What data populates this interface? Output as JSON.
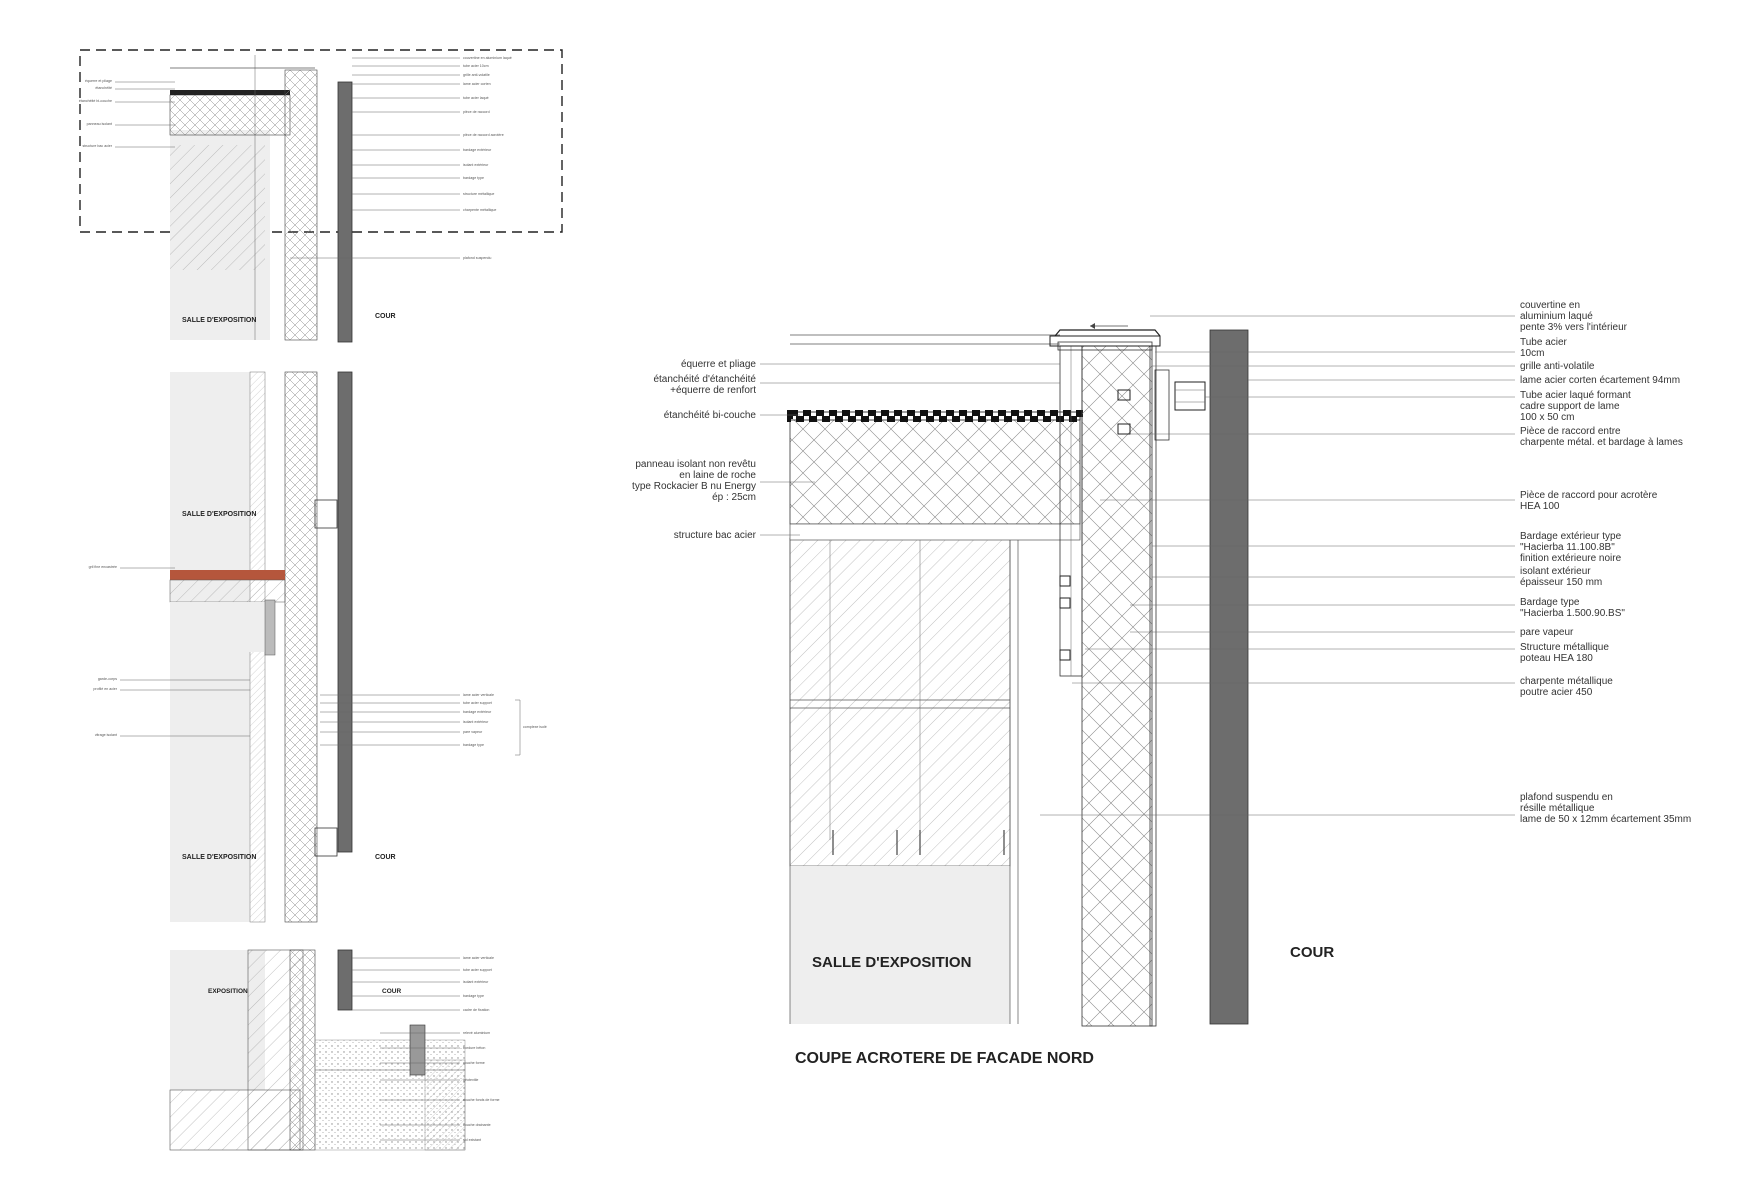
{
  "main_detail": {
    "title": "COUPE ACROTERE DE FACADE NORD",
    "room_label": "SALLE D'EXPOSITION",
    "outside_label": "COUR",
    "labels_left": [
      "équerre et pliage",
      "étanchéité d'étanchéité",
      "+équerre de renfort",
      "étanchéité bi-couche",
      "panneau isolant non revêtu",
      "en laine de roche",
      "type Rockacier B nu Energy",
      "ép : 25cm",
      "structure bac acier"
    ],
    "labels_right": [
      "couvertine en",
      "aluminium laqué",
      "pente 3% vers l'intérieur",
      "Tube acier",
      "10cm",
      "grille anti-volatile",
      "lame acier corten écartement 94mm",
      "Tube acier laqué formant",
      "cadre support de lame",
      "100 x 50 cm",
      "Pièce de raccord entre",
      "charpente métal. et bardage à lames",
      "Pièce de raccord pour acrotère",
      "HEA 100",
      "Bardage extérieur type",
      "\"Hacierba 11.100.8B\"",
      "finition extérieure noire",
      "isolant extérieur",
      "épaisseur 150 mm",
      "Bardage type",
      "\"Hacierba 1.500.90.BS\"",
      "pare vapeur",
      "Structure métallique",
      "poteau HEA 180",
      "charpente métallique",
      "poutre acier 450",
      "plafond suspendu en",
      "résille métallique",
      "lame de 50 x 12mm écartement 35mm"
    ]
  },
  "small_sections": {
    "top": {
      "room_label": "SALLE D'EXPOSITION",
      "outside_label": "COUR"
    },
    "middle": {
      "room_label_1": "SALLE D'EXPOSITION",
      "room_label_2": "SALLE D'EXPOSITION",
      "outside_label": "COUR"
    },
    "bottom": {
      "room_label": "EXPOSITION",
      "outside_label": "COUR"
    }
  }
}
